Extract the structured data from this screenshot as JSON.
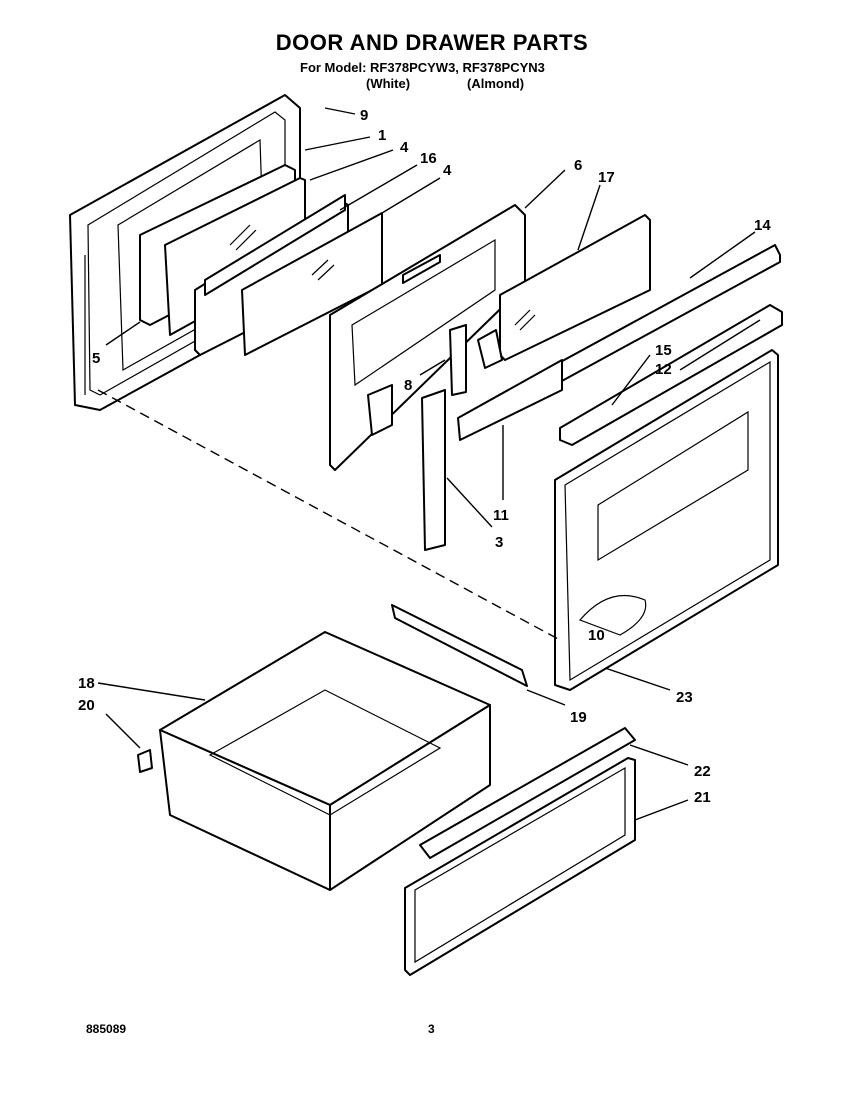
{
  "header": {
    "title": "DOOR AND DRAWER PARTS",
    "model_line": "For Model: RF378PCYW3, RF378PCYN3",
    "variant_white": "(White)",
    "variant_almond": "(Almond)"
  },
  "footer": {
    "doc_number": "885089",
    "page_number": "3"
  },
  "callouts": [
    "9",
    "1",
    "4",
    "16",
    "4",
    "6",
    "17",
    "14",
    "5",
    "15",
    "12",
    "8",
    "11",
    "3",
    "10",
    "23",
    "18",
    "20",
    "19",
    "22",
    "21"
  ],
  "colors": {
    "line": "#000000",
    "background": "#ffffff"
  }
}
